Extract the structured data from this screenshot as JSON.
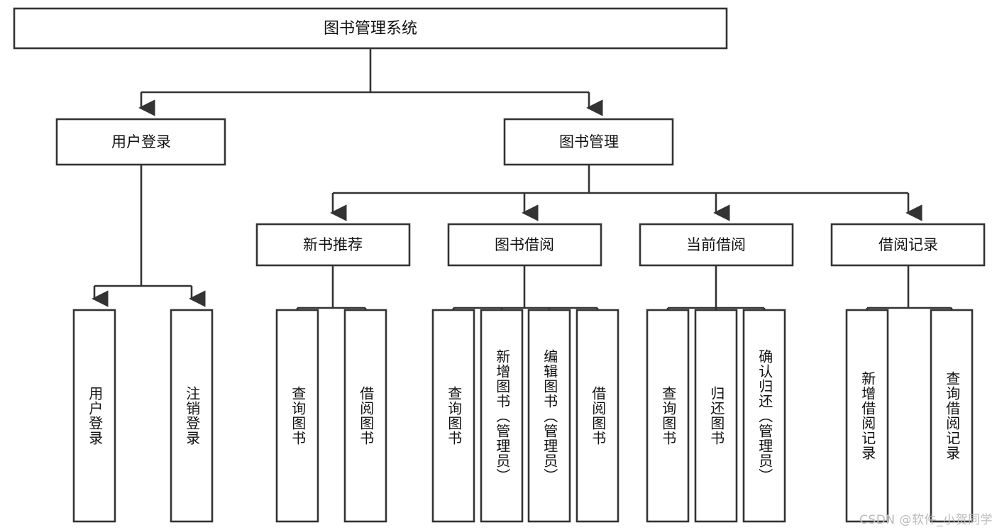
{
  "diagram": {
    "type": "tree",
    "title": "图书管理系统",
    "watermark": "CSDN @软件_小贺同学",
    "colors": {
      "stroke": "#333333",
      "fill": "#ffffff",
      "text": "#111111",
      "watermark": "#b9b9b9",
      "background": "#ffffff"
    },
    "levels": {
      "root": {
        "label": "图书管理系统"
      },
      "level2": [
        {
          "id": "user-login",
          "label": "用户登录"
        },
        {
          "id": "book-manage",
          "label": "图书管理"
        }
      ],
      "level3": [
        {
          "id": "new-book-rec",
          "label": "新书推荐",
          "parent": "book-manage"
        },
        {
          "id": "book-borrow",
          "label": "图书借阅",
          "parent": "book-manage"
        },
        {
          "id": "current-borrow",
          "label": "当前借阅",
          "parent": "book-manage"
        },
        {
          "id": "borrow-record",
          "label": "借阅记录",
          "parent": "book-manage"
        }
      ],
      "leaves": [
        {
          "id": "leaf-user-login",
          "label": "用户登录",
          "parent": "user-login"
        },
        {
          "id": "leaf-logout",
          "label": "注销登录",
          "parent": "user-login"
        },
        {
          "id": "leaf-query-book-1",
          "label": "查询图书",
          "parent": "new-book-rec"
        },
        {
          "id": "leaf-borrow-book-1",
          "label": "借阅图书",
          "parent": "new-book-rec"
        },
        {
          "id": "leaf-query-book-2",
          "label": "查询图书",
          "parent": "book-borrow"
        },
        {
          "id": "leaf-add-book",
          "label": "新增图书（管理员）",
          "parent": "book-borrow"
        },
        {
          "id": "leaf-edit-book",
          "label": "编辑图书（管理员）",
          "parent": "book-borrow"
        },
        {
          "id": "leaf-borrow-book-2",
          "label": "借阅图书",
          "parent": "book-borrow"
        },
        {
          "id": "leaf-query-book-3",
          "label": "查询图书",
          "parent": "current-borrow"
        },
        {
          "id": "leaf-return-book",
          "label": "归还图书",
          "parent": "current-borrow"
        },
        {
          "id": "leaf-confirm-return",
          "label": "确认归还（管理员）",
          "parent": "current-borrow"
        },
        {
          "id": "leaf-add-record",
          "label": "新增借阅记录",
          "parent": "borrow-record"
        },
        {
          "id": "leaf-query-record",
          "label": "查询借阅记录",
          "parent": "borrow-record"
        }
      ]
    }
  }
}
